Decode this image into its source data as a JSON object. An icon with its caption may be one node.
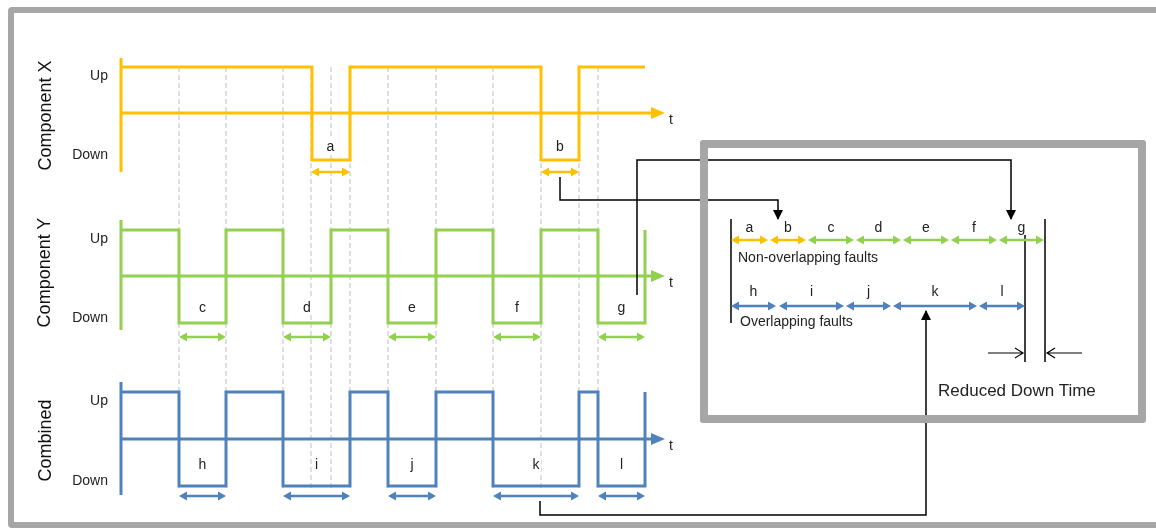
{
  "diagram": {
    "nodes": [
      {
        "text": [
          "a"
        ]
      },
      {
        "text": [
          "b"
        ]
      },
      {
        "text": [
          "c"
        ]
      },
      {
        "text": [
          "d"
        ]
      },
      {
        "text": [
          "e"
        ]
      },
      {
        "text": [
          "f"
        ]
      },
      {
        "text": [
          "g"
        ]
      },
      {
        "text": [
          "h"
        ]
      },
      {
        "text": [
          "i"
        ]
      },
      {
        "text": [
          "j"
        ]
      },
      {
        "text": [
          "k"
        ]
      },
      {
        "text": [
          "l"
        ]
      },
      {
        "text": [
          "Non-overlapping faults",
          "Overlapping faults",
          "Reduced Down Time"
        ]
      },
      {
        "text": [
          "a"
        ],
        "in": 12
      },
      {
        "text": [
          "b"
        ],
        "in": 12
      },
      {
        "text": [
          "c"
        ],
        "in": 12
      },
      {
        "text": [
          "d"
        ],
        "in": 12
      },
      {
        "text": [
          "e"
        ],
        "in": 12
      },
      {
        "text": [
          "f"
        ],
        "in": 12
      },
      {
        "text": [
          "g"
        ],
        "in": 12
      },
      {
        "text": [
          "h"
        ],
        "in": 12
      },
      {
        "text": [
          "i"
        ],
        "in": 12
      },
      {
        "text": [
          "j"
        ],
        "in": 12
      },
      {
        "text": [
          "k"
        ],
        "in": 12
      },
      {
        "text": [
          "l"
        ],
        "in": 12
      }
    ],
    "edges": [
      {
        "from": 1,
        "to": 14,
        "arrow": "to"
      },
      {
        "from": 6,
        "to": 19,
        "arrow": "to"
      },
      {
        "from": 10,
        "to": 23,
        "arrow": "to"
      }
    ],
    "labels": [
      "Component X",
      "Up",
      "Down",
      "t",
      "Component Y",
      "Up",
      "Down",
      "t",
      "Combined",
      "Up",
      "Down",
      "t"
    ]
  }
}
